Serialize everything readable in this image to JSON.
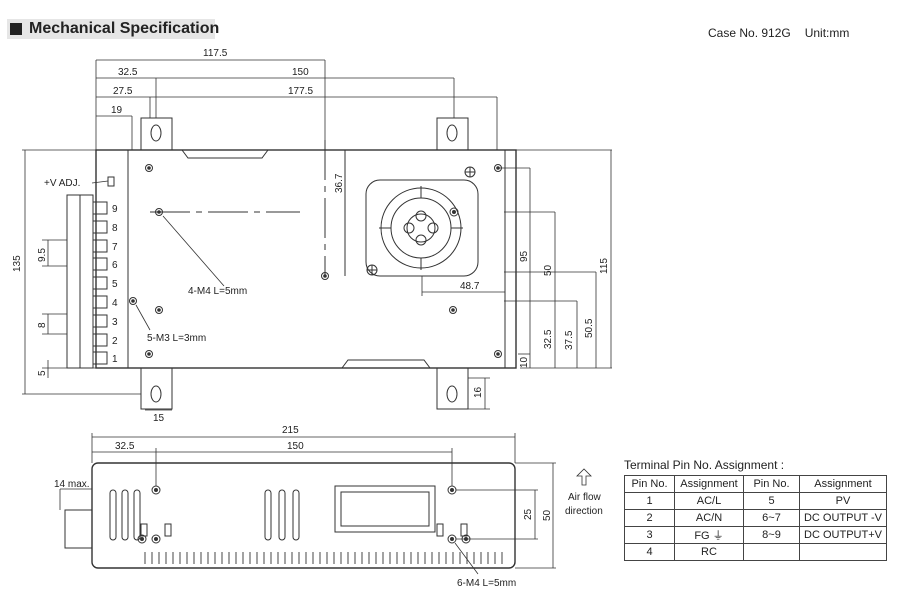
{
  "header": {
    "title": "Mechanical Specification"
  },
  "case": {
    "case_no": "Case No. 912G",
    "unit": "Unit:mm"
  },
  "top_view": {
    "dims": {
      "d117_5": "117.5",
      "d32_5": "32.5",
      "d150": "150",
      "d27_5": "27.5",
      "d177_5": "177.5",
      "d19": "19",
      "d135": "135",
      "d9_5": "9.5",
      "d8": "8",
      "d5": "5",
      "d15": "15",
      "d16": "16",
      "d36_7": "36.7",
      "d48_7": "48.7",
      "d95": "95",
      "d50": "50",
      "d115": "115",
      "d10": "10",
      "d32_5b": "32.5",
      "d37_5": "37.5",
      "d50_5": "50.5"
    },
    "labels": {
      "vadj": "+V ADJ.",
      "m4": "4-M4 L=5mm",
      "m3": "5-M3 L=3mm"
    },
    "pins": [
      "9",
      "8",
      "7",
      "6",
      "5",
      "4",
      "3",
      "2",
      "1"
    ]
  },
  "side_view": {
    "dims": {
      "d215": "215",
      "d32_5": "32.5",
      "d150": "150",
      "d14max": "14 max.",
      "d25": "25",
      "d50": "50"
    },
    "labels": {
      "m4": "6-M4 L=5mm",
      "airflow_1": "Air flow",
      "airflow_2": "direction"
    }
  },
  "pin_table": {
    "title": "Terminal Pin No. Assignment :",
    "headers": [
      "Pin No.",
      "Assignment",
      "Pin No.",
      "Assignment"
    ],
    "rows": [
      [
        "1",
        "AC/L",
        "5",
        "PV"
      ],
      [
        "2",
        "AC/N",
        "6~7",
        "DC OUTPUT -V"
      ],
      [
        "3",
        "FG ⏚",
        "8~9",
        "DC OUTPUT+V"
      ],
      [
        "4",
        "RC",
        "",
        ""
      ]
    ]
  }
}
